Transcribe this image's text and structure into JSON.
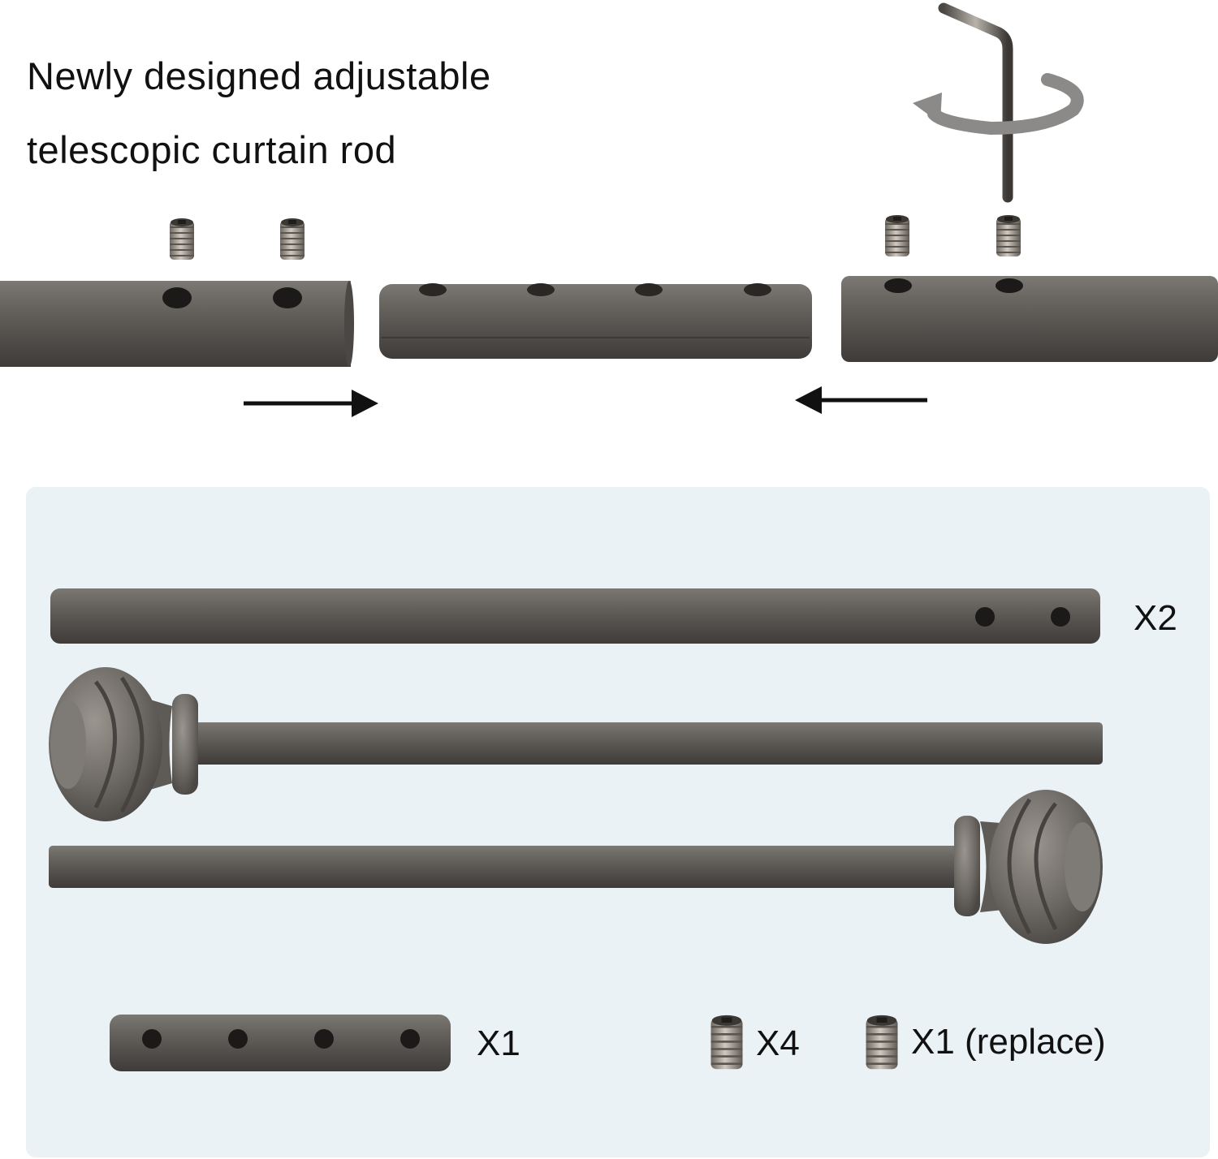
{
  "headline": {
    "line1": "Newly designed adjustable",
    "line2": "telescopic curtain rod"
  },
  "colors": {
    "rod": "#5b5754",
    "rod_highlight": "#8a8682",
    "panel_background": "#eaf2f5",
    "arrow": "#111111",
    "screw": "#9a948c"
  },
  "icons": {
    "allen_key": "allen-key-icon",
    "rotate_arrow": "rotate-arrow-icon",
    "set_screw": "set-screw-icon",
    "arrow_right": "arrow-right-icon",
    "arrow_left": "arrow-left-icon"
  },
  "parts": {
    "inner_rod_qty": "X2",
    "connector_qty": "X1",
    "screws_qty": "X4",
    "spare_screw_qty": "X1 (replace)"
  }
}
